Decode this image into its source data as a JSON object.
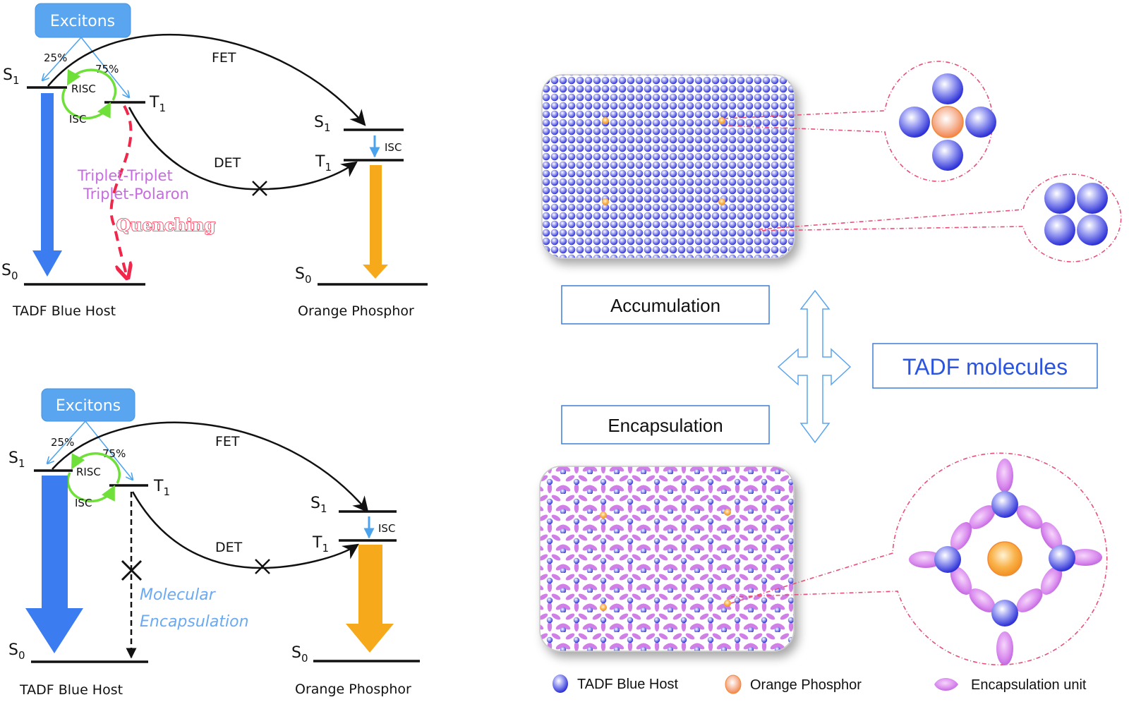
{
  "panels": [
    {
      "id": "top",
      "excitons_label": "Excitons",
      "pct_singlet": "25%",
      "pct_triplet": "75%",
      "host_s1": "S",
      "host_t1": "T",
      "host_s0": "S",
      "sub1": "1",
      "sub0": "0",
      "risc": "RISC",
      "isc": "ISC",
      "fet": "FET",
      "det": "DET",
      "guest_isc": "ISC",
      "host_name": "TADF Blue Host",
      "guest_name": "Orange Phosphor",
      "quench_line1": "Triplet-Triplet",
      "quench_line2": "Triplet-Polaron",
      "quench_word": "Quenching"
    },
    {
      "id": "bottom",
      "excitons_label": "Excitons",
      "pct_singlet": "25%",
      "pct_triplet": "75%",
      "host_s1": "S",
      "host_t1": "T",
      "host_s0": "S",
      "sub1": "1",
      "sub0": "0",
      "risc": "RISC",
      "isc": "ISC",
      "fet": "FET",
      "det": "DET",
      "guest_isc": "ISC",
      "host_name": "TADF Blue Host",
      "guest_name": "Orange Phosphor",
      "encap_line1": "Molecular",
      "encap_line2": "Encapsulation"
    }
  ],
  "right": {
    "accumulation_label": "Accumulation",
    "encapsulation_label": "Encapsulation",
    "tadf_label": "TADF molecules"
  },
  "legend": [
    {
      "label": "TADF Blue Host",
      "icon": "blue-sphere-icon"
    },
    {
      "label": "Orange Phosphor",
      "icon": "orange-sphere-icon"
    },
    {
      "label": "Encapsulation unit",
      "icon": "purple-lobe-icon"
    }
  ],
  "colors": {
    "blue_host": "#3b7cf0",
    "orange_phosphor": "#f7a91c",
    "excitons_box": "#5aa5ef",
    "risc_green": "#6fe03a",
    "quench_red": "#f0264a",
    "pink_label": "#c76be0",
    "encap_blue": "#6aaaf2",
    "sphere_blue": "#3a3fe0",
    "lobe_purple": "#d27ee8",
    "callout_pink": "#e8507a"
  }
}
